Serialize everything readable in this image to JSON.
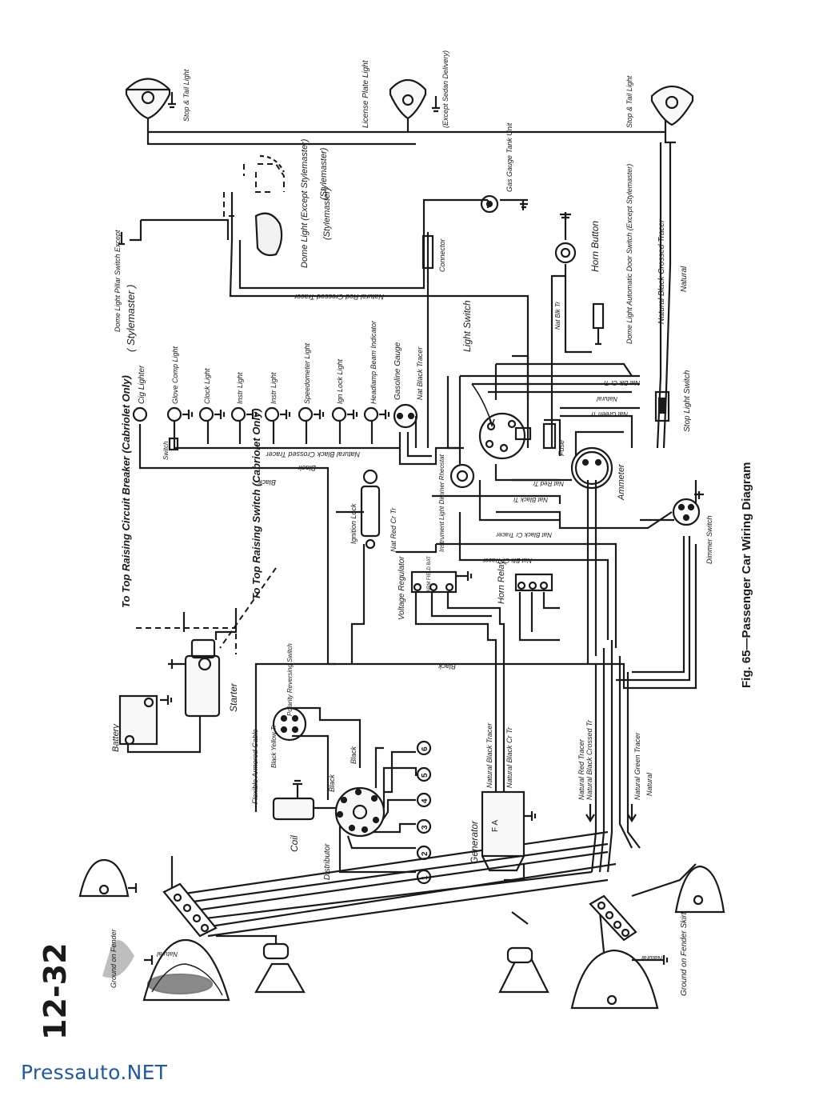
{
  "page": {
    "number": "12-32",
    "figure_caption": "Fig. 65—Passenger Car Wiring Diagram",
    "watermark": "Pressauto.NET"
  },
  "labels": {
    "stop_tail_light_left": "Stop & Tail Light",
    "license_plate_light": "License Plate Light",
    "except_sedan_delivery": "(Except Sedan Delivery)",
    "stop_tail_light_right": "Stop & Tail Light",
    "stylemaster_top": "(Stylemaster)",
    "dome_light": "Dome Light (Except Stylemaster)",
    "stylemaster_mid": "(Stylemaster)",
    "dome_light_pillar_switch": "Dome Light Pillar Switch Except",
    "stylemaster_paren": "( Stylemaster )",
    "gas_gauge_tank_unit": "Gas Gauge Tank Unit",
    "connector": "Connector",
    "horn_button": "Horn Button",
    "dome_light_auto_switch": "Dome Light Automatic Door Switch (Except Stylemaster)",
    "natural_red_crossed_tracer": "Natural Red Crossed Tracer",
    "natural_black_crossed_tracer_right": "Natural Black Crossed Tracer",
    "natural_right": "Natural",
    "nat_blk_tr": "Nat Blk Tr",
    "cig_lighter": "Cig Lighter",
    "glove_comp_light": "Glove Comp Light",
    "clock_light": "Clock Light",
    "instr_light_1": "Instr Light",
    "instr_light_2": "Instr Light",
    "speedometer_light": "Speedometer Light",
    "ign_lock_light": "Ign Lock Light",
    "headlamp_beam_indicator": "Headlamp Beam Indicator",
    "gasoline_gauge": "Gasoline Gauge",
    "nat_black_tracer": "Nat Black Tracer",
    "light_switch": "Light Switch",
    "switch": "Switch",
    "natural_black_crossed_tracer": "Natural Black Crossed Tracer",
    "black_1": "Black",
    "black_2": "Black",
    "black_3": "Black",
    "nat_blk_cr_tr": "Nat Blk Cr Tr",
    "natural_mid": "Natural",
    "nat_green_tr": "Nat Green Tr",
    "fuse": "Fuse",
    "nat_red_tr": "Nat Red Tr",
    "ammeter": "Ammeter",
    "stop_light_switch": "Stop Light Switch",
    "to_top_raising_circuit_breaker": "To Top Raising Circuit Breaker (Cabriolet Only)",
    "to_top_raising_switch": "To Top Raising Switch (Cabriolet Only)",
    "ignition_lock": "Ignition Lock",
    "nat_red_cr_tr": "Nat Red Cr Tr",
    "instrument_light_dimmer_rheostat": "Instrument Light Dimmer Rheostat",
    "nat_black_tracer_b": "Nat Black Tr",
    "nat_black_cr_tracer": "Nat Black Cr Tracer",
    "nat_blk_cr_tracer": "Nat Blk Cr Tracer",
    "dimmer_switch": "Dimmer Switch",
    "battery": "Battery",
    "starter": "Starter",
    "flexible_armored_cable": "Flexible Armored Cable",
    "black_yellow_tr": "Black Yellow Tr",
    "polarity_reversing_switch": "Polarity Reversing Switch",
    "voltage_regulator": "Voltage Regulator",
    "vr_terminals": "ARM FIELD BAT",
    "horn_relay": "Horn Relay",
    "coil": "Coil",
    "distributor": "Distributor",
    "black_4": "Black",
    "black_5": "Black",
    "generator": "Generator",
    "generator_terminals": "F   A",
    "natural_black_tracer_gen": "Natural Black Tracer",
    "natural_black_cr_tr_gen": "Natural Black Cr Tr",
    "natural_red_tracer": "Natural Red Tracer",
    "natural_black_crossed_tr": "Natural Black Crossed Tr",
    "natural_green_tracer": "Natural Green Tracer",
    "natural_bottom": "Natural",
    "ground_on_fender_left": "Ground on Fender",
    "natural_left_bottom": "Natural",
    "ground_on_fender_skirt": "Ground on Fender Skirt",
    "natural_right_bottom": "Natural",
    "spark_1": "1",
    "spark_2": "2",
    "spark_3": "3",
    "spark_4": "4",
    "spark_5": "5",
    "spark_6": "6"
  }
}
